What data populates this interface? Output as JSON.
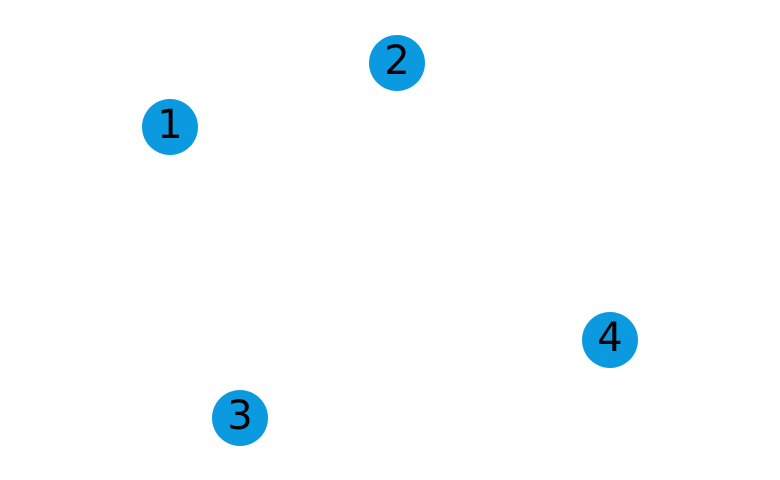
{
  "diagram": {
    "nodes": [
      {
        "label": "1"
      },
      {
        "label": "2"
      },
      {
        "label": "3"
      },
      {
        "label": "4"
      }
    ],
    "edges": []
  },
  "colors": {
    "background": "#ffffff",
    "node_fill": "#0b9ae0",
    "label": "#000000"
  }
}
